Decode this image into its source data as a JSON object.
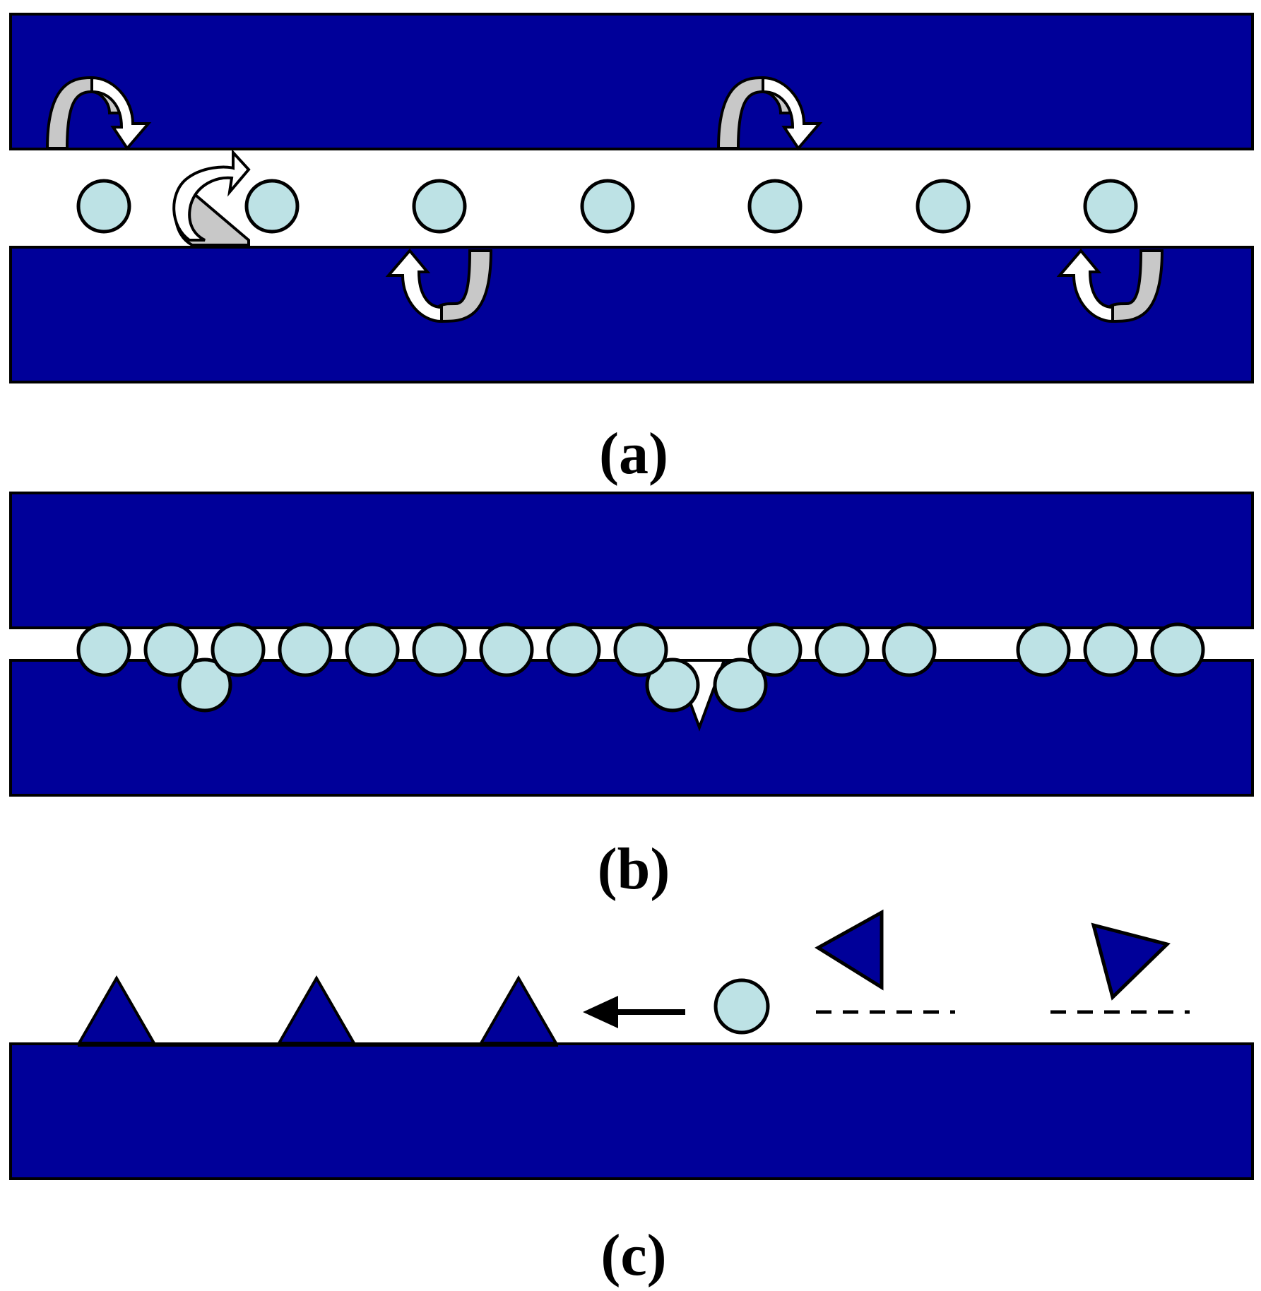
{
  "colors": {
    "surface": "#000099",
    "outline": "#000000",
    "particle": "#bde2e5",
    "arrow_shade": "#c8c8c8",
    "arrow_light": "#ffffff",
    "background": "#ffffff"
  },
  "panels": [
    {
      "id": "a",
      "label": "(a)",
      "description_icons": [
        "rotating-arrow-icon",
        "rolling-arrow-icon"
      ]
    },
    {
      "id": "b",
      "label": "(b)"
    },
    {
      "id": "c",
      "label": "(c)"
    }
  ],
  "icons": {
    "rotation": "curved-rotation-arrow-icon",
    "rolling": "curved-rolling-arrow-icon",
    "direction": "left-arrow-icon",
    "asperity": "triangle-asperity-icon",
    "particle": "circle-particle-icon"
  }
}
